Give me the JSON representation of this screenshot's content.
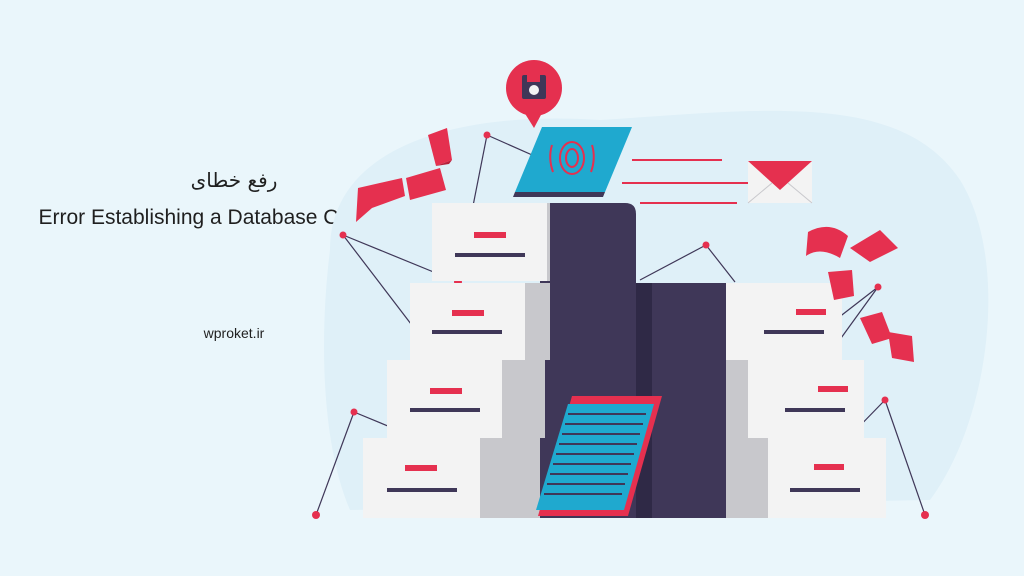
{
  "title_fa": "رفع خطای",
  "title_en": "Error Establishing a Database Connection",
  "domain": "wproket.ir",
  "colors": {
    "background": "#eaf6fb",
    "accent_red": "#e5304f",
    "dark_navy": "#3f3758",
    "cabinet_white": "#f3f3f3",
    "cabinet_shadow": "#c8c8cc",
    "screen_blue": "#1fa9cf"
  },
  "icons": [
    "floppy-disk-icon",
    "fingerprint-icon",
    "envelope-icon",
    "document-icon"
  ]
}
